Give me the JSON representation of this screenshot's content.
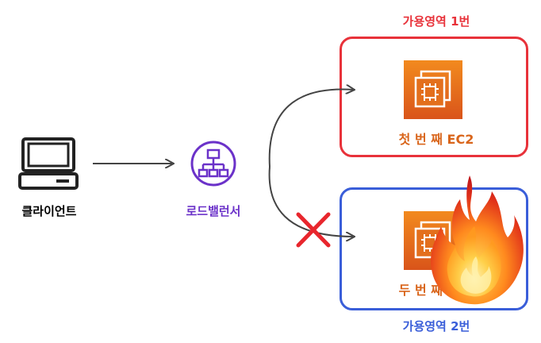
{
  "client": {
    "label": "클라이언트",
    "icon": "computer-icon"
  },
  "load_balancer": {
    "label": "로드밸런서",
    "icon": "load-balancer-icon",
    "color": "#6b32c9"
  },
  "zones": [
    {
      "title": "가용영역 1번",
      "title_color": "#e8323a",
      "border_color": "#e8323a",
      "instance_label": "첫 번 째 EC2",
      "instance_icon": "ec2-instance-icon",
      "status": "ok"
    },
    {
      "title": "가용영역 2번",
      "title_color": "#3a5ed9",
      "border_color": "#3a5ed9",
      "instance_label": "두 번 째 EC2",
      "instance_icon": "ec2-instance-icon",
      "status": "failed"
    }
  ],
  "colors": {
    "ec2_orange_top": "#f28a1e",
    "ec2_orange_bottom": "#d9541a",
    "instance_label": "#d9651b",
    "arrow": "#444444",
    "fail_mark": "#e8262d"
  },
  "failure_icons": [
    "x-mark-icon",
    "fire-icon"
  ]
}
